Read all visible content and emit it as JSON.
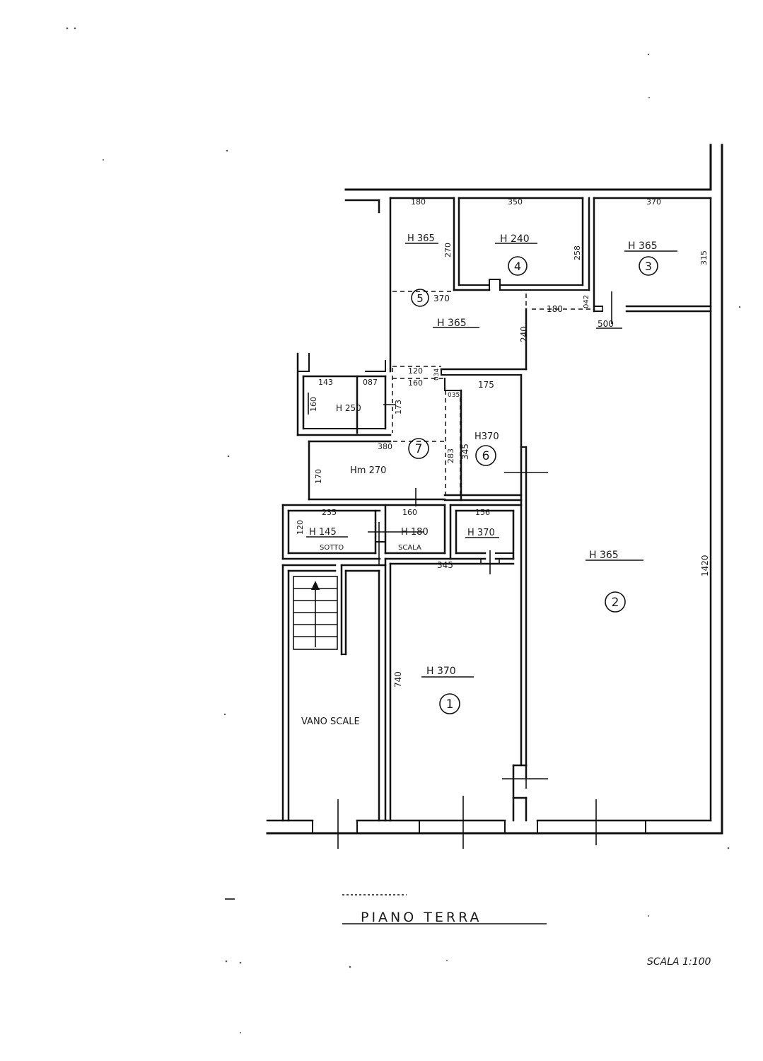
{
  "plan": {
    "title": "PIANO TERRA",
    "scale": "SCALA 1:100",
    "stair_label": "VANO SCALE",
    "rooms": [
      {
        "num": "1",
        "height": "H 370"
      },
      {
        "num": "2",
        "height": "H 365"
      },
      {
        "num": "3",
        "height": "H 365"
      },
      {
        "num": "4",
        "height": "H 240"
      },
      {
        "num": "5",
        "height": "H 365"
      },
      {
        "num": "6",
        "height": "H370"
      },
      {
        "num": "7",
        "height": "Hm 270"
      }
    ],
    "other_heights": [
      "H 365",
      "H 250",
      "H 145",
      "H 180",
      "H 370"
    ],
    "under_stair": [
      "SOTTO",
      "SCALA"
    ],
    "dimensions": [
      "180",
      "350",
      "370",
      "315",
      "270",
      "258",
      "370",
      "180",
      "042",
      "500",
      "240",
      "120",
      "160",
      "034",
      "175",
      "035",
      "143",
      "087",
      "160",
      "173",
      "380",
      "283",
      "345",
      "170",
      "235",
      "160",
      "156",
      "120",
      "345",
      "740",
      "1420"
    ]
  }
}
